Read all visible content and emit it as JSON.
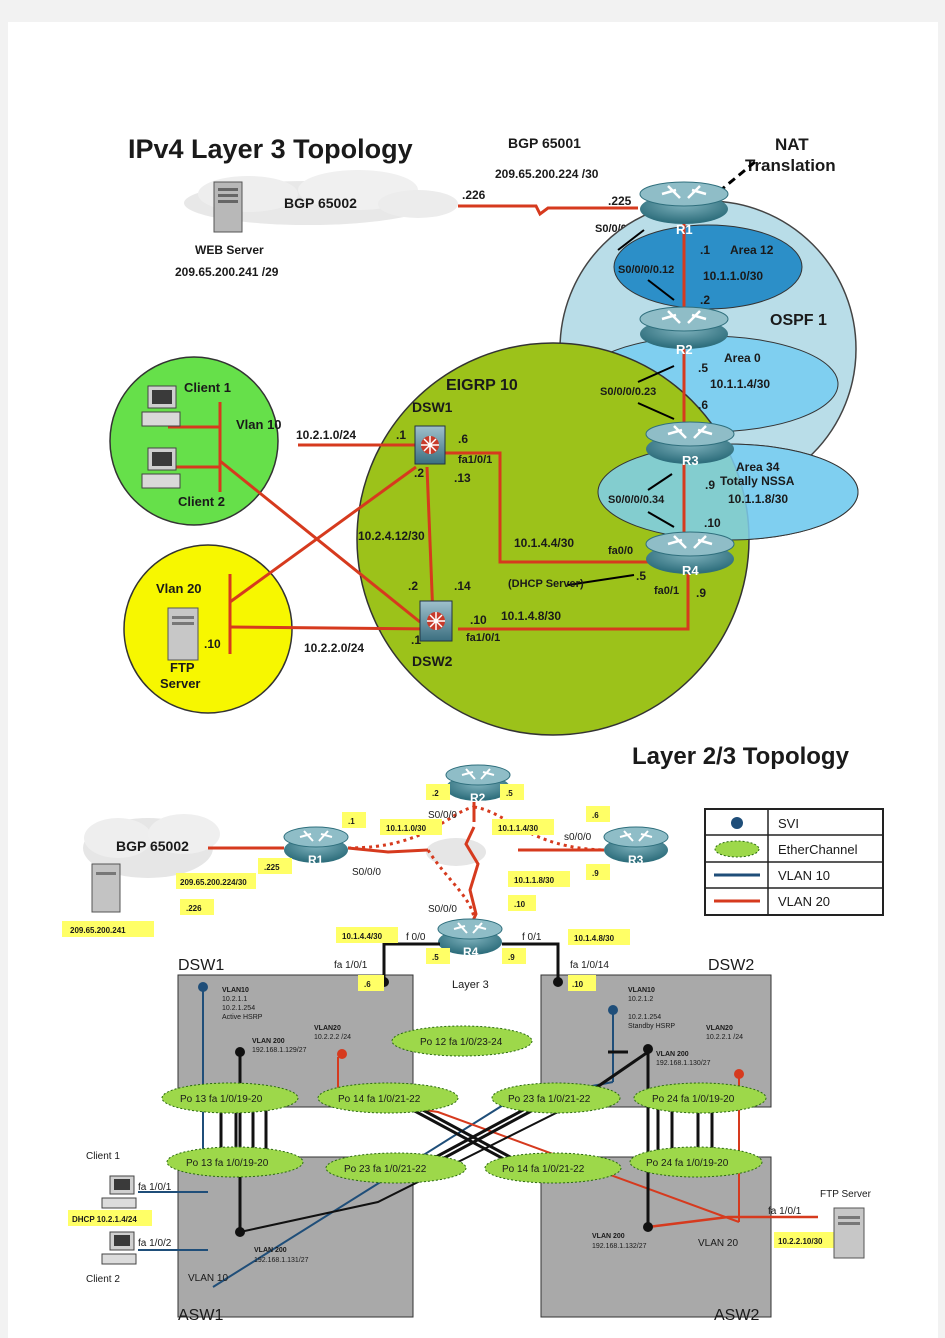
{
  "top": {
    "title": "IPv4 Layer 3 Topology",
    "bgp_65001": "BGP 65001",
    "bgp_65001_net": "209.65.200.224 /30",
    "nat": "NAT",
    "nat2": "Translation",
    "bgp_65002": "BGP 65002",
    "web_server": "WEB Server",
    "web_ip": "209.65.200.241 /29",
    "ip_226": ".226",
    "ip_225": ".225",
    "s0001": "S0/0/0/1",
    "r1": "R1",
    "r2": "R2",
    "r3": "R3",
    "r4": "R4",
    "r1_dot1": ".1",
    "area12": "Area 12",
    "net_101_10": "10.1.1.0/30",
    "s00012": "S0/0/0/0.12",
    "r2_dot2": ".2",
    "ospf1": "OSPF 1",
    "area0": "Area 0",
    "r2_dot5": ".5",
    "net_101_14": "10.1.1.4/30",
    "s00023": "S0/0/0/0.23",
    "r3_dot6": ".6",
    "area34": "Area 34",
    "totally_nssa": "Totally NSSA",
    "r3_dot9": ".9",
    "net_101_18": "10.1.1.8/30",
    "s00034": "S0/0/0/0.34",
    "r4_dot10": ".10",
    "eigrp10": "EIGRP 10",
    "dsw1": "DSW1",
    "dsw2": "DSW2",
    "client1": "Client 1",
    "client2": "Client 2",
    "vlan10": "Vlan 10",
    "vlan20": "Vlan 20",
    "net_1021": "10.2.1.0/24",
    "dsw1_dot1": ".1",
    "dsw1_dot6": ".6",
    "dsw1_fa101": "fa1/0/1",
    "dsw1_dot2": ".2",
    "dsw1_dot13": ".13",
    "net_10212": "10.2.4.12/30",
    "net_10144": "10.1.4.4/30",
    "fa00": "fa0/0",
    "r4_dot5": ".5",
    "dhcp_server": "(DHCP Server)",
    "fa01": "fa0/1",
    "r4_dot9": ".9",
    "dsw2_dot2": ".2",
    "dsw2_dot14": ".14",
    "dsw2_dot10": ".10",
    "net_10148": "10.1.4.8/30",
    "dsw2_fa101": "fa1/0/1",
    "dsw2_dot1": ".1",
    "net_1022": "10.2.2.0/24",
    "ftp_dot10": ".10",
    "ftp": "FTP",
    "server": "Server"
  },
  "bottom": {
    "title": "Layer 2/3 Topology",
    "bgp_65002": "BGP 65002",
    "r1": "R1",
    "r2": "R2",
    "r3": "R3",
    "r4": "R4",
    "web_ip": "209.65.200.241",
    "bgp_net": "209.65.200.224/30",
    "ip_225": ".225",
    "ip_226": ".226",
    "r1_dot1": ".1",
    "r1_s000": "S0/0/0",
    "r2_dot2": ".2",
    "r2_dot5": ".5",
    "r2_s000": "S0/0/0",
    "net_a": "10.1.1.0/30",
    "net_b": "10.1.1.4/30",
    "net_c": "10.1.1.8/30",
    "r3_dot6": ".6",
    "r3_dot9": ".9",
    "r3_s000": "s0/0/0",
    "r4_dot10": ".10",
    "r4_s000": "S0/0/0",
    "net_144": "10.1.4.4/30",
    "net_148": "10.1.4.8/30",
    "f00": "f 0/0",
    "f01": "f 0/1",
    "r4_dot5": ".5",
    "r4_dot9": ".9",
    "layer3": "Layer 3",
    "dsw1": "DSW1",
    "dsw2": "DSW2",
    "dsw1_fa101": "fa 1/0/1",
    "dsw2_fa1014": "fa 1/0/14",
    "dsw1_dot6": ".6",
    "dsw2_dot10": ".10",
    "legend_svi": "SVI",
    "legend_ether": "EtherChannel",
    "legend_vlan10": "VLAN 10",
    "legend_vlan20": "VLAN  20",
    "d1_v10_1": "VLAN10",
    "d1_v10_2": "10.2.1.1",
    "d1_v10_3": "10.2.1.254",
    "d1_v10_4": "Active HSRP",
    "d1_v20_1": "VLAN20",
    "d1_v20_2": "10.2.2.2 /24",
    "d1_v200_1": "VLAN 200",
    "d1_v200_2": "192.168.1.129/27",
    "d2_v10_1": "VLAN10",
    "d2_v10_2": "10.2.1.2",
    "d2_v10_3": "10.2.1.254",
    "d2_v10_4": "Standby HSRP",
    "d2_v20_1": "VLAN20",
    "d2_v20_2": "10.2.2.1 /24",
    "d2_v200_1": "VLAN 200",
    "d2_v200_2": "192.168.1.130/27",
    "po12": "Po 12  fa 1/0/23-24",
    "po13a": "Po 13  fa 1/0/19-20",
    "po14a": "Po 14  fa 1/0/21-22",
    "po23a": "Po 23  fa 1/0/21-22",
    "po24a": "Po 24  fa 1/0/19-20",
    "po13b": "Po 13  fa 1/0/19-20",
    "po23b": "Po 23  fa 1/0/21-22",
    "po14b": "Po 14  fa 1/0/21-22",
    "po24b": "Po 24  fa 1/0/19-20",
    "client1": "Client 1",
    "client2": "Client 2",
    "c1_fa": "fa 1/0/1",
    "c2_fa": "fa 1/0/2",
    "dhcp": "DHCP 10.2.1.4/24",
    "a1_v200_1": "VLAN 200",
    "a1_v200_2": "192.168.1.131/27",
    "a1_vlan10": "VLAN 10",
    "a2_v200_1": "VLAN 200",
    "a2_v200_2": "192.168.1.132/27",
    "a2_vlan20": "VLAN 20",
    "ftp_server": "FTP Server",
    "ftp_fa": "fa 1/0/1",
    "ftp_ip": "10.2.2.10/30",
    "asw1": "ASW1",
    "asw2": "ASW2"
  },
  "colors": {
    "red_link": "#d63a1e",
    "eigrp_green": "#9cc21a",
    "ospf_light": "#b9dde8",
    "area12_blue": "#2c8fc8",
    "area0_blue": "#7fcff0",
    "client_green": "#66e04a",
    "ftp_yellow": "#f7f700",
    "box_gray": "#a9a9a9",
    "vlan10_blue": "#1f4e79",
    "ether_green": "#9dd84a",
    "label_yellow": "#ffff66"
  }
}
